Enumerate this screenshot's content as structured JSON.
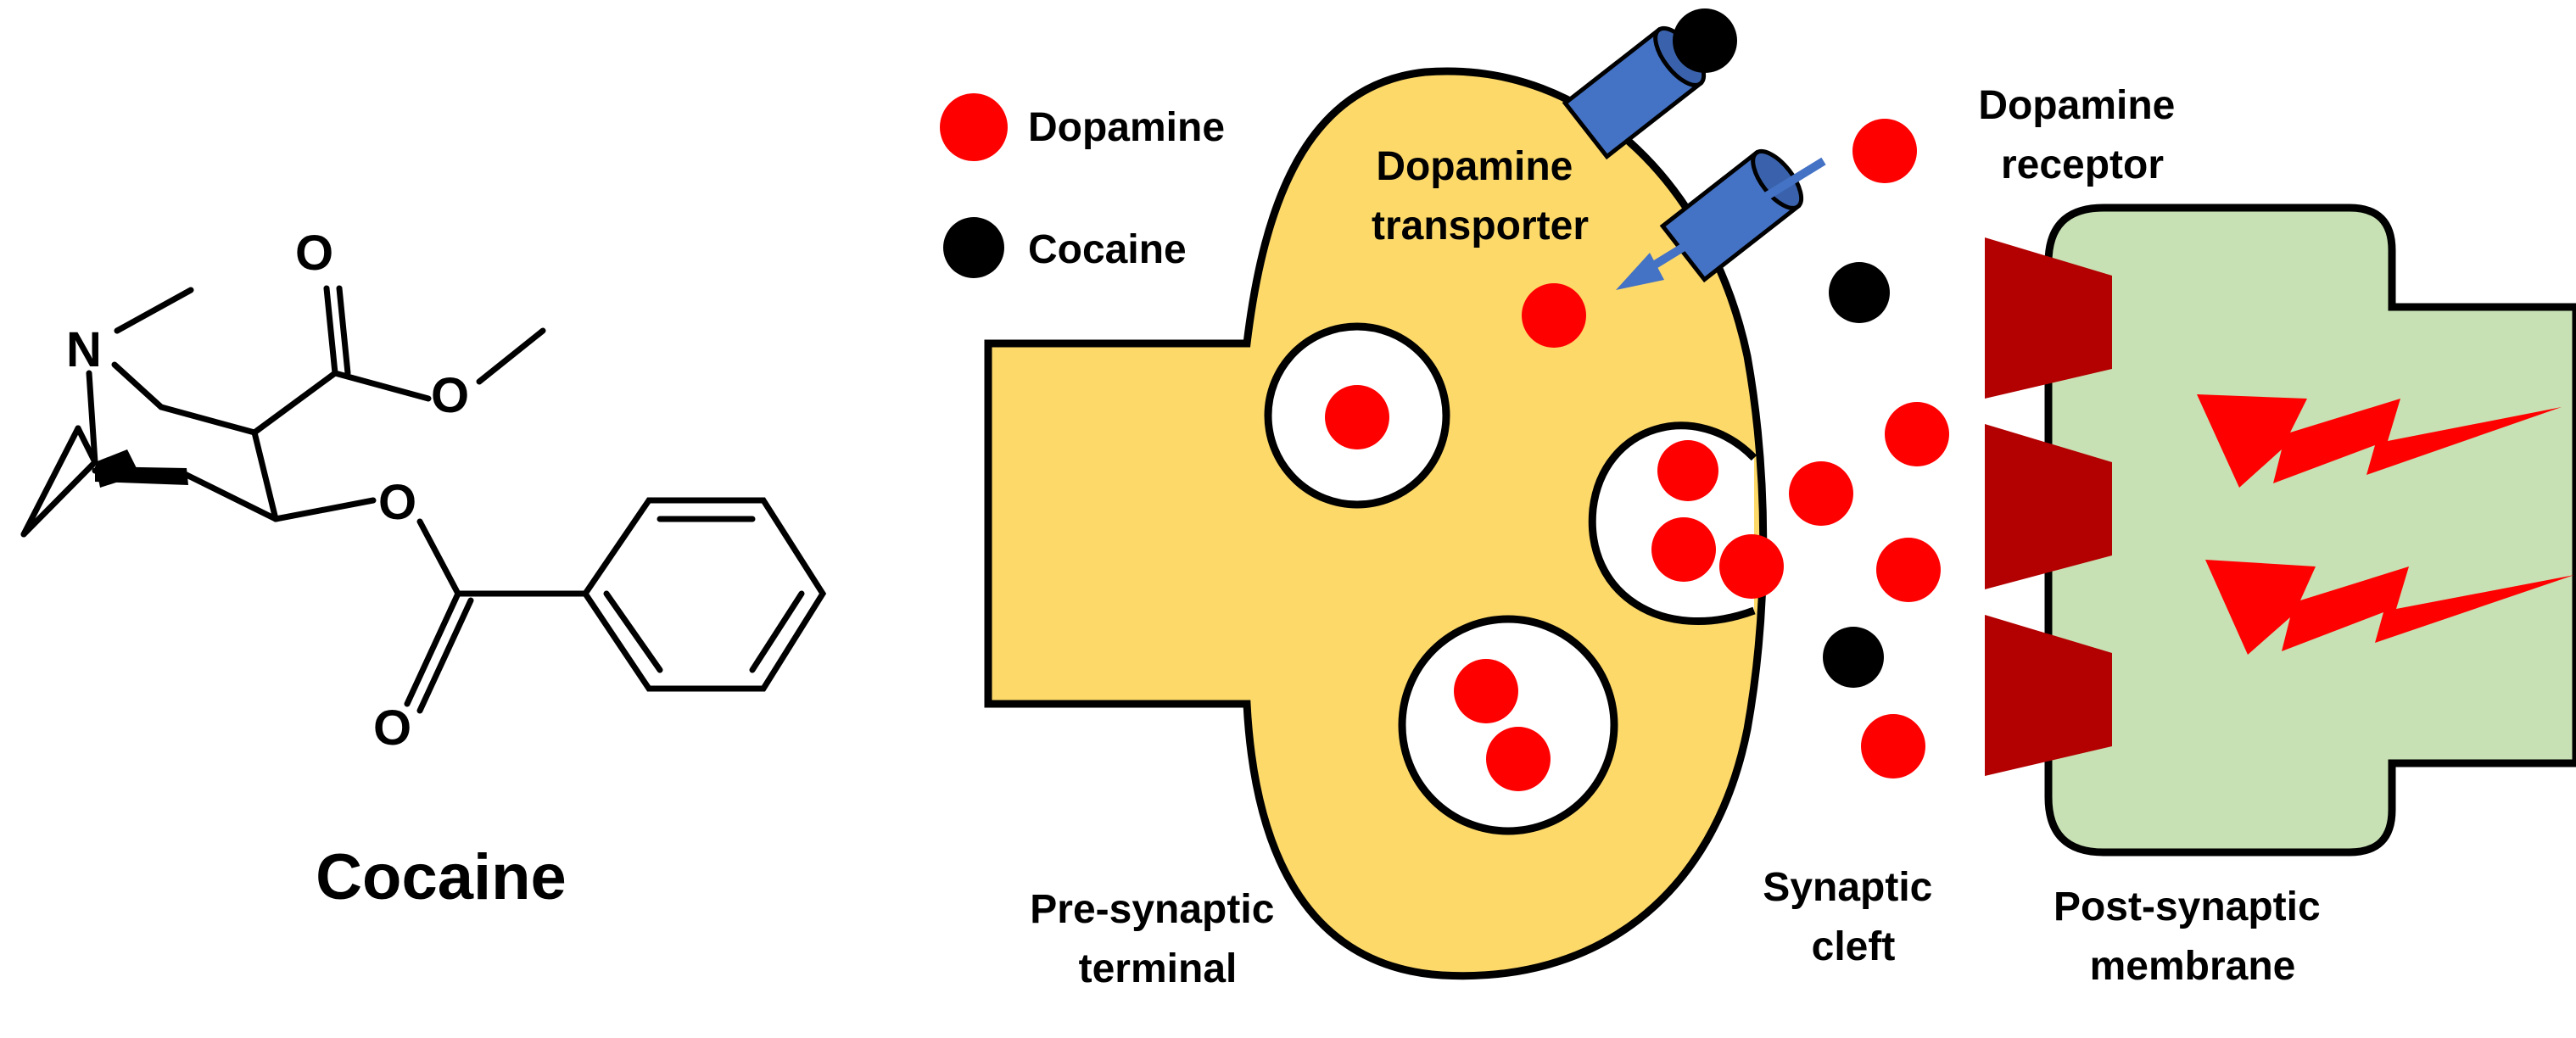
{
  "molecule": {
    "name": "Cocaine",
    "atoms": {
      "nitrogen": "N",
      "oxygen_carbonyl_top": "O",
      "oxygen_ester_top": "O",
      "oxygen_ester_mid": "O",
      "oxygen_carbonyl_bottom": "O"
    }
  },
  "legend": {
    "dopamine": {
      "label": "Dopamine",
      "color": "#ff0000"
    },
    "cocaine": {
      "label": "Cocaine",
      "color": "#000000"
    }
  },
  "labels": {
    "dopamine_transporter": [
      "Dopamine",
      "transporter"
    ],
    "dopamine_receptor": [
      "Dopamine",
      "receptor"
    ],
    "pre_synaptic": [
      "Pre-synaptic",
      "terminal"
    ],
    "synaptic_cleft": [
      "Synaptic",
      "cleft"
    ],
    "post_synaptic": [
      "Post-synaptic",
      "membrane"
    ]
  },
  "colors": {
    "presynaptic_fill": "#fdd96a",
    "postsynaptic_fill": "#c7e1b4",
    "receptor": "#b30000",
    "transporter": "#4472c4",
    "signal": "#ff0000"
  }
}
